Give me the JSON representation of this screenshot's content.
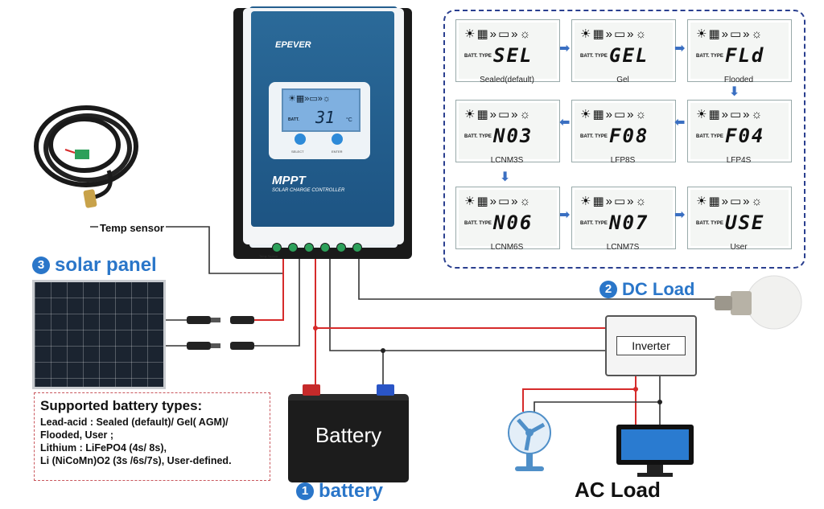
{
  "controller": {
    "brand": "EPEVER",
    "screen_label": "BATT.",
    "screen_value": "31",
    "screen_unit": "°C",
    "select_label": "SELECT",
    "enter_label": "ENTER",
    "title": "MPPT",
    "subtitle": "SOLAR CHARGE CONTROLLER",
    "temp_label": "Temp Sensor"
  },
  "labels": {
    "temp_sensor": "Temp sensor",
    "solar_panel_num": "3",
    "solar_panel": "solar panel",
    "dc_load_num": "2",
    "dc_load": "DC Load",
    "battery_num": "1",
    "battery": "battery",
    "battery_box": "Battery",
    "inverter": "Inverter",
    "ac_load": "AC Load"
  },
  "supported": {
    "heading": "Supported battery types:",
    "line1": "Lead-acid : Sealed (default)/ Gel( AGM)/",
    "line2": "Flooded, User ;",
    "line3": "Lithium : LiFePO4 (4s/ 8s),",
    "line4": "Li (NiCoMn)O2 (3s /6s/7s), User-defined."
  },
  "batt_type_label": "BATT. TYPE",
  "battery_types": [
    {
      "code": "SEL",
      "caption": "Sealed(default)"
    },
    {
      "code": "GEL",
      "caption": "Gel"
    },
    {
      "code": "FLd",
      "caption": "Flooded"
    },
    {
      "code": "F04",
      "caption": "LFP4S"
    },
    {
      "code": "F08",
      "caption": "LFP8S"
    },
    {
      "code": "N03",
      "caption": "LCNM3S"
    },
    {
      "code": "N06",
      "caption": "LCNM6S"
    },
    {
      "code": "N07",
      "caption": "LCNM7S"
    },
    {
      "code": "USE",
      "caption": "User"
    }
  ],
  "colors": {
    "wire_red": "#d62b2b",
    "wire_dark": "#444444",
    "accent_blue": "#2a76c9",
    "controller_blue": "#1f5f8f",
    "dashed_border": "#2a3f8f"
  },
  "icons": {
    "lcd_icons": "☀▦»▭»☼"
  }
}
